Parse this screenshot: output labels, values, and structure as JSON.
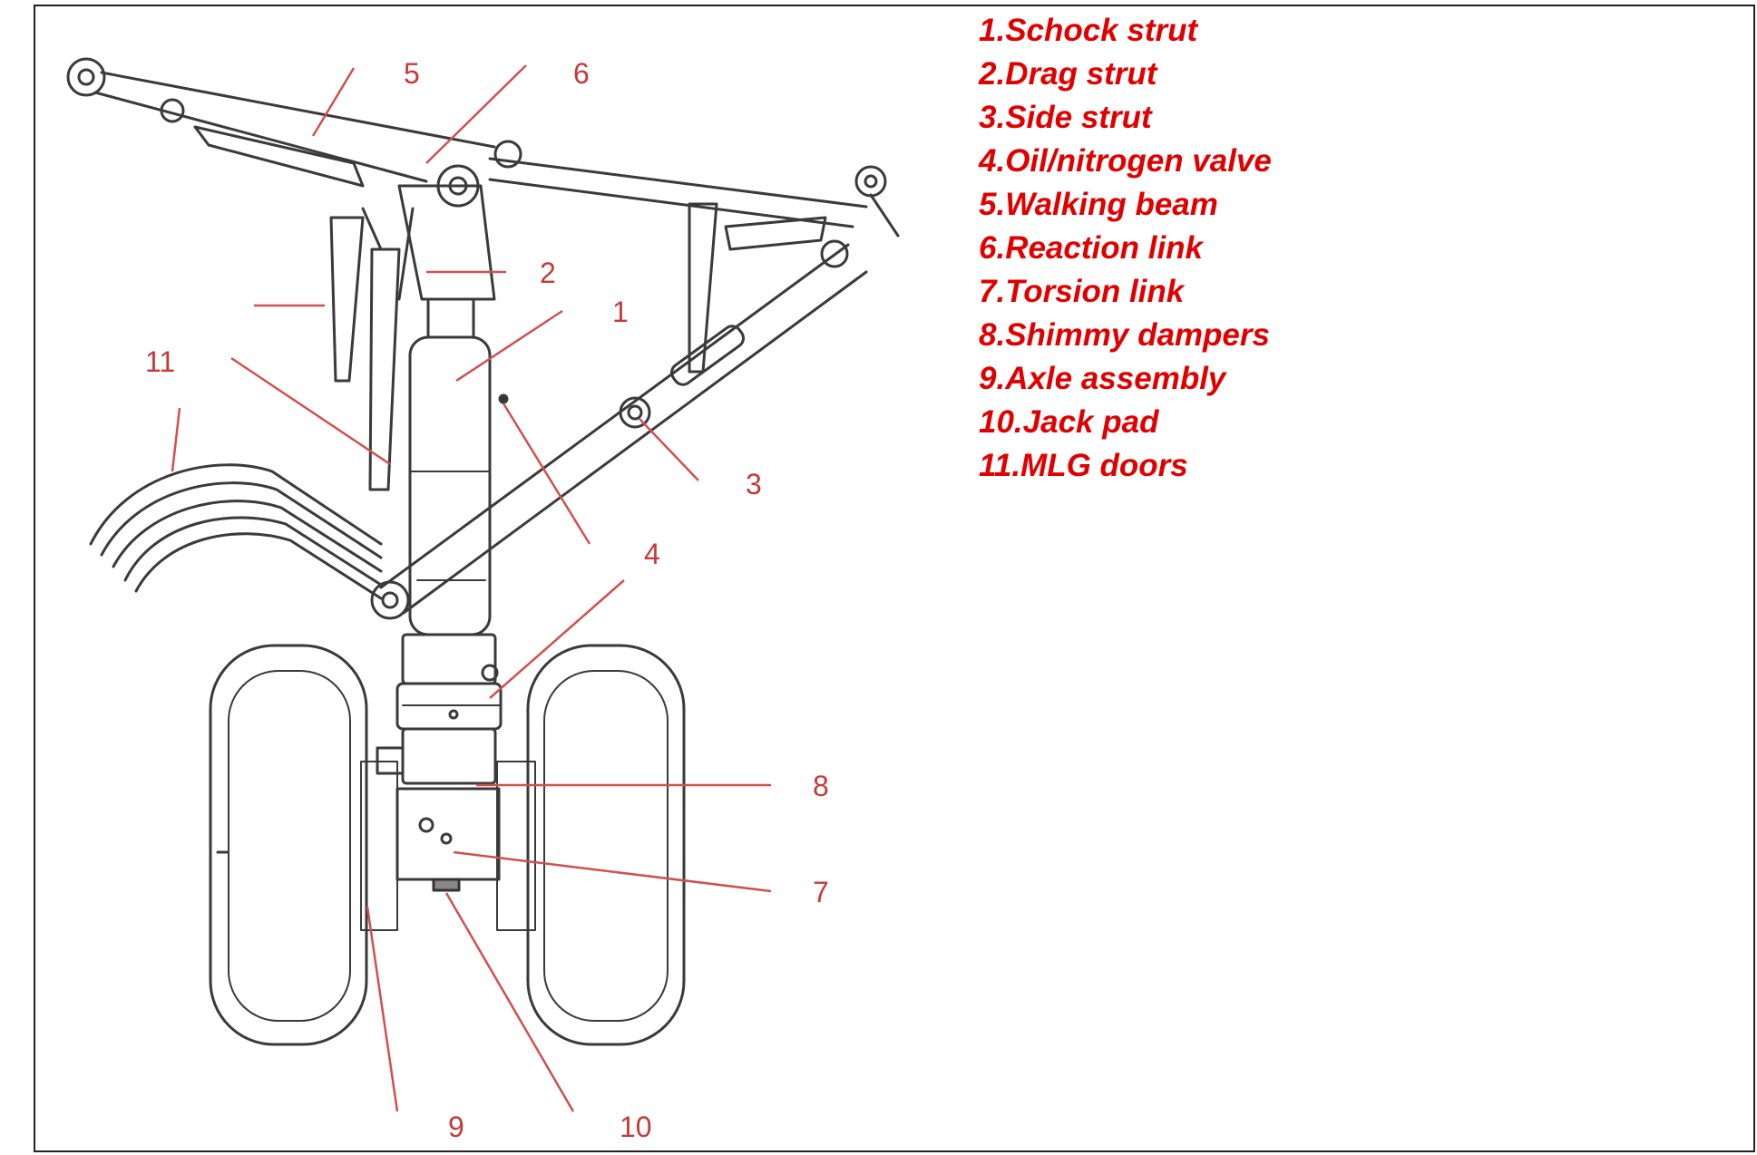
{
  "legend": {
    "color": "#e00000",
    "items": [
      "1.Schock strut",
      "2.Drag strut",
      "3.Side strut",
      "4.Oil/nitrogen valve",
      "5.Walking beam",
      "6.Reaction link",
      "7.Torsion link",
      "8.Shimmy dampers",
      "9.Axle assembly",
      "10.Jack pad",
      "11.MLG doors"
    ]
  },
  "callouts": {
    "color": "#c43a3a",
    "n1": "1",
    "n2": "2",
    "n3": "3",
    "n4": "4",
    "n5": "5",
    "n6": "6",
    "n7": "7",
    "n8": "8",
    "n9": "9",
    "n10": "10",
    "n11": "11"
  }
}
